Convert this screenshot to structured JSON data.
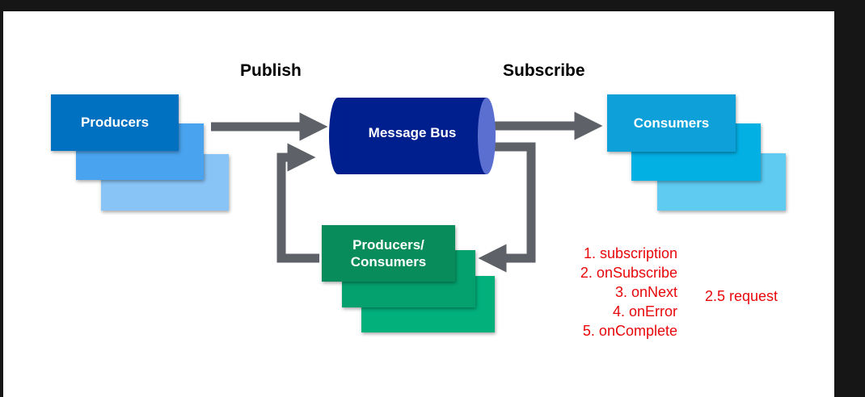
{
  "headings": {
    "publish": "Publish",
    "subscribe": "Subscribe"
  },
  "nodes": {
    "producers": "Producers",
    "message_bus": "Message Bus",
    "consumers": "Consumers",
    "producers_consumers_line1": "Producers/",
    "producers_consumers_line2": "Consumers"
  },
  "steps": [
    "1. subscription",
    "2. onSubscribe",
    "3. onNext",
    "4. onError",
    "5. onComplete"
  ],
  "side_note": "2.5 request",
  "colors": {
    "producers": [
      "#0070c0",
      "#4aa3ef",
      "#89c4f6"
    ],
    "message_bus": "#001f8f",
    "message_bus_cap": "#5b6fd0",
    "consumers": [
      "#0ea1d9",
      "#03b0e4",
      "#5fcbf1"
    ],
    "producers_consumers": [
      "#088c5b",
      "#04a06d",
      "#02b07c"
    ],
    "arrow": "#5e6167",
    "annotation": "#e8070a"
  }
}
